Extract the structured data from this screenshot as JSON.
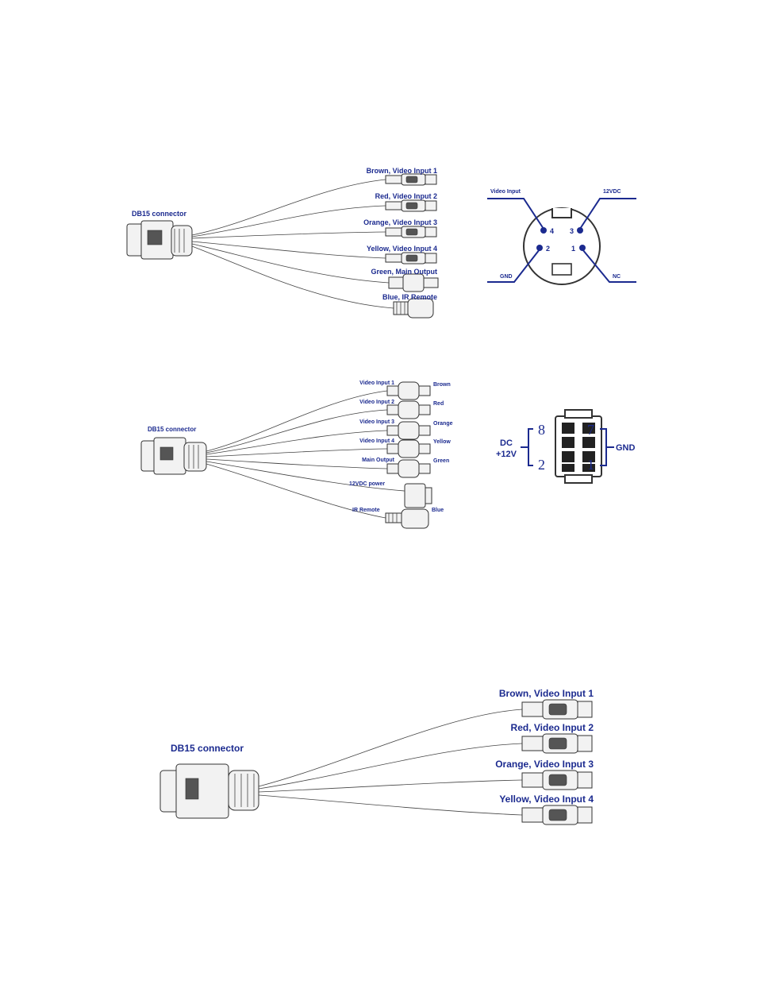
{
  "diagram1": {
    "db15_label": "DB15 connector",
    "cables": [
      "Brown, Video Input 1",
      "Red, Video Input 2",
      "Orange, Video Input 3",
      "Yellow, Video Input 4",
      "Green, Main Output",
      "Blue, IR Remote"
    ]
  },
  "pinout_mini_din": {
    "video_input": "Video Input",
    "vdc": "12VDC",
    "gnd": "GND",
    "nc": "NC",
    "pins": [
      "4",
      "3",
      "2",
      "1"
    ]
  },
  "diagram2": {
    "db15_label": "DB15 connector",
    "inputs": [
      "Video Input 1",
      "Video Input 2",
      "Video Input 3",
      "Video Input 4",
      "Main Output"
    ],
    "colors": [
      "Brown",
      "Red",
      "Orange",
      "Yellow",
      "Green"
    ],
    "power_label": "12VDC power",
    "ir_label": "IR Remote",
    "ir_color": "Blue"
  },
  "pinout_power": {
    "dc_line1": "DC",
    "dc_line2": "+12V",
    "gnd": "GND",
    "pins": [
      "8",
      "7",
      "2",
      "1"
    ]
  },
  "diagram3": {
    "db15_label": "DB15 connector",
    "cables": [
      "Brown, Video Input 1",
      "Red, Video Input 2",
      "Orange, Video Input 3",
      "Yellow, Video Input 4"
    ]
  }
}
